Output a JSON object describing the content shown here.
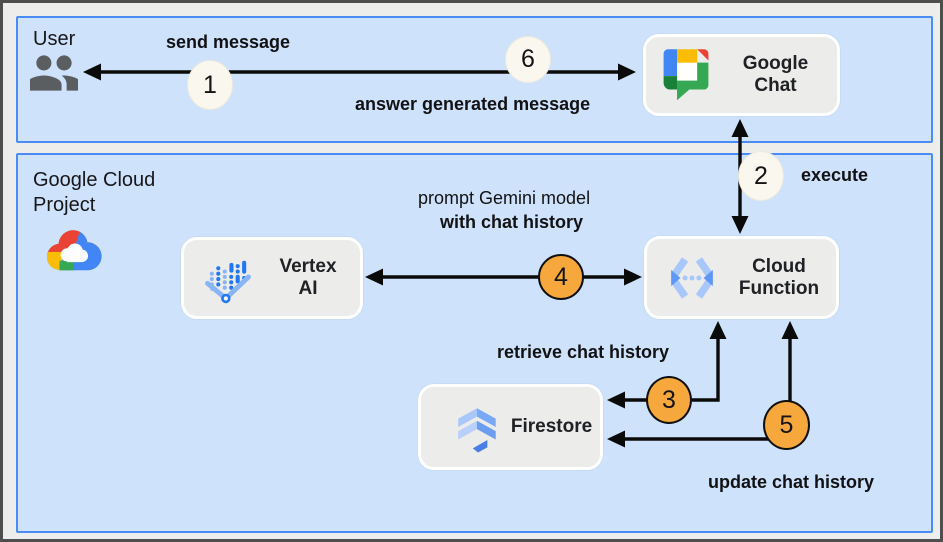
{
  "sections": {
    "user": {
      "label": "User"
    },
    "google_cloud_project": {
      "line1": "Google Cloud",
      "line2": "Project"
    }
  },
  "nodes": {
    "google_chat": {
      "line1": "Google",
      "line2": "Chat",
      "icon": "google-chat-icon"
    },
    "vertex_ai": {
      "line1": "Vertex",
      "line2": "AI",
      "icon": "vertex-ai-icon"
    },
    "cloud_function": {
      "line1": "Cloud",
      "line2": "Function",
      "icon": "cloud-functions-icon"
    },
    "firestore": {
      "label": "Firestore",
      "icon": "firestore-icon"
    }
  },
  "steps": {
    "s1": {
      "num": "1",
      "style": "light"
    },
    "s2": {
      "num": "2",
      "style": "light"
    },
    "s3": {
      "num": "3",
      "style": "orange"
    },
    "s4": {
      "num": "4",
      "style": "orange"
    },
    "s5": {
      "num": "5",
      "style": "orange"
    },
    "s6": {
      "num": "6",
      "style": "light"
    }
  },
  "edges": {
    "send_message": "send message",
    "answer_generated_message": "answer generated message",
    "execute": "execute",
    "prompt_line1": "prompt Gemini model",
    "prompt_line2": "with chat history",
    "retrieve_chat_history": "retrieve chat history",
    "update_chat_history": "update chat history"
  },
  "colors": {
    "section_fill": "#cfe2fb",
    "section_border": "#4b8bf5",
    "node_fill": "#ececeb",
    "node_border": "#ffffff",
    "step_light_fill": "#faf7ef",
    "step_orange_fill": "#f7a83d",
    "arrow": "#0a0a0a",
    "google_blue": "#4285f4",
    "google_red": "#ea4335",
    "google_yellow": "#fbbc04",
    "google_green": "#34a853",
    "dark_green": "#188038",
    "light_blue": "#a8c7fa",
    "mid_blue": "#5e97f6"
  }
}
